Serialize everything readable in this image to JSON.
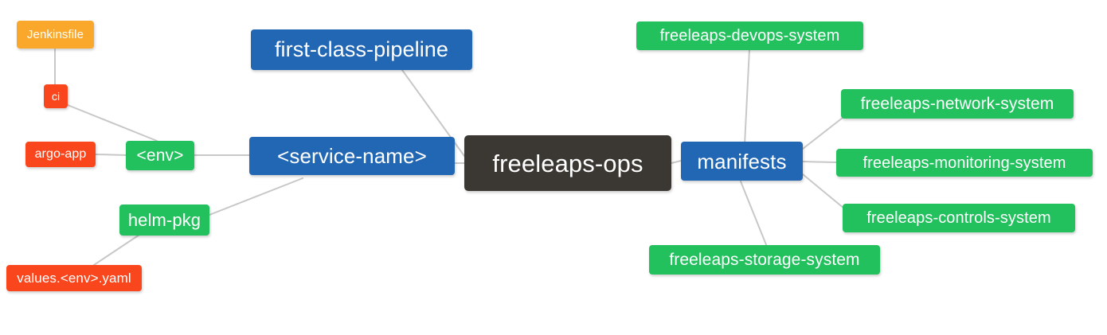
{
  "diagram": {
    "type": "mindmap",
    "title": "freeleaps-ops",
    "background_color": "#ffffff",
    "edge_color": "#c8c8c8",
    "palette": {
      "root": "#3b3732",
      "blue": "#2267b3",
      "green": "#22c15e",
      "red": "#f9461c",
      "orange": "#f9a82b"
    }
  },
  "nodes": {
    "root": {
      "label": "freeleaps-ops",
      "color": "#3b3732"
    },
    "service_name": {
      "label": "<service-name>",
      "color": "#2267b3"
    },
    "first_class_pipeline": {
      "label": "first-class-pipeline",
      "color": "#2267b3"
    },
    "env": {
      "label": "<env>",
      "color": "#22c15e"
    },
    "ci": {
      "label": "ci",
      "color": "#f9461c"
    },
    "jenkinsfile": {
      "label": "Jenkinsfile",
      "color": "#f9a82b"
    },
    "argo_app": {
      "label": "argo-app",
      "color": "#f9461c"
    },
    "helm_pkg": {
      "label": "helm-pkg",
      "color": "#22c15e"
    },
    "values_yaml": {
      "label": "values.<env>.yaml",
      "color": "#f9461c"
    },
    "manifests": {
      "label": "manifests",
      "color": "#2267b3"
    },
    "devops_system": {
      "label": "freeleaps-devops-system",
      "color": "#22c15e"
    },
    "network_system": {
      "label": "freeleaps-network-system",
      "color": "#22c15e"
    },
    "monitoring_system": {
      "label": "freeleaps-monitoring-system",
      "color": "#22c15e"
    },
    "controls_system": {
      "label": "freeleaps-controls-system",
      "color": "#22c15e"
    },
    "storage_system": {
      "label": "freeleaps-storage-system",
      "color": "#22c15e"
    }
  },
  "edges": [
    {
      "from": "root",
      "to": "service_name"
    },
    {
      "from": "root",
      "to": "manifests"
    },
    {
      "from": "service_name",
      "to": "first_class_pipeline"
    },
    {
      "from": "service_name",
      "to": "env"
    },
    {
      "from": "service_name",
      "to": "helm_pkg"
    },
    {
      "from": "env",
      "to": "ci"
    },
    {
      "from": "env",
      "to": "argo_app"
    },
    {
      "from": "ci",
      "to": "jenkinsfile"
    },
    {
      "from": "helm_pkg",
      "to": "values_yaml"
    },
    {
      "from": "manifests",
      "to": "devops_system"
    },
    {
      "from": "manifests",
      "to": "network_system"
    },
    {
      "from": "manifests",
      "to": "monitoring_system"
    },
    {
      "from": "manifests",
      "to": "controls_system"
    },
    {
      "from": "manifests",
      "to": "storage_system"
    }
  ]
}
